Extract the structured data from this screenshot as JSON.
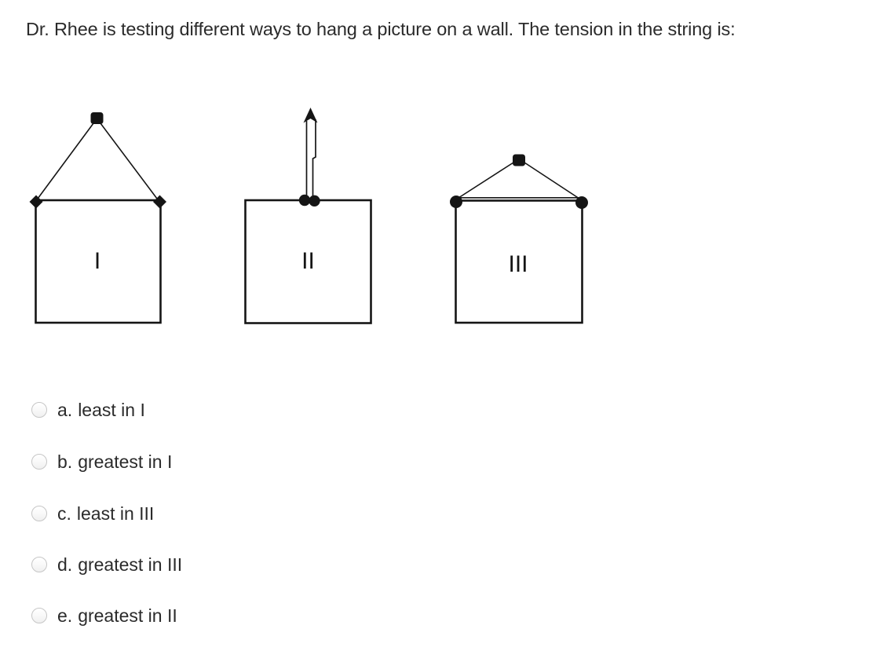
{
  "question": {
    "text": "Dr. Rhee is testing different ways to hang a picture on a wall. The tension in the string is:"
  },
  "colors": {
    "ink": "#151515",
    "text": "#2b2b2b",
    "radio_border": "#c6c6c6",
    "background": "#ffffff"
  },
  "figure": {
    "diagrams": [
      {
        "label": "I",
        "depicts": "square picture hung by two strings from top corners meeting at a nail high above center (steep string angle)"
      },
      {
        "label": "II",
        "depicts": "square picture hung by a single vertical string from top center up to a nail (arrowhead at top)"
      },
      {
        "label": "III",
        "depicts": "square picture hung by two strings from top corners meeting at a nail slightly above center (shallow string angle)"
      }
    ]
  },
  "options": [
    {
      "letter": "a.",
      "text": "least in I",
      "selected": false
    },
    {
      "letter": "b.",
      "text": "greatest in I",
      "selected": false
    },
    {
      "letter": "c.",
      "text": "least in III",
      "selected": false
    },
    {
      "letter": "d.",
      "text": "greatest in III",
      "selected": false
    },
    {
      "letter": "e.",
      "text": "greatest in II",
      "selected": false
    }
  ]
}
